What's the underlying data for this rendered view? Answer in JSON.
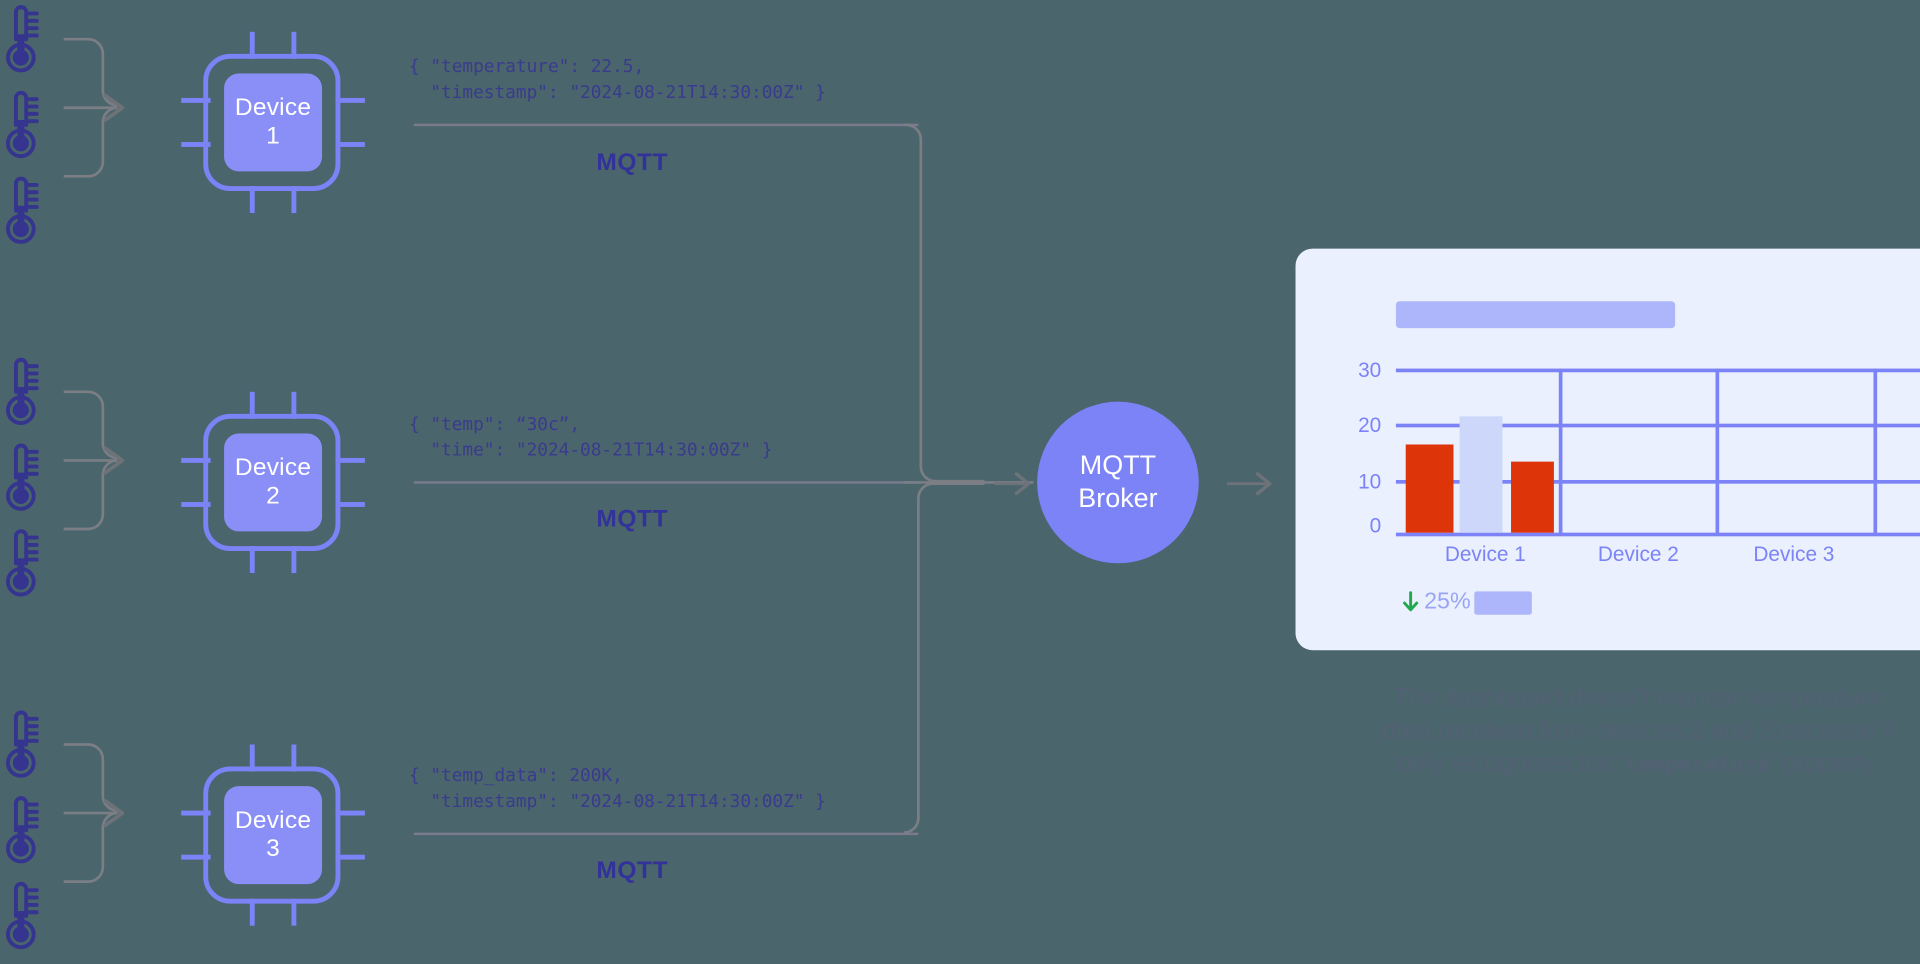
{
  "meta": {
    "background_color": "#4a656c",
    "accent_periwinkle": "#7b83f7",
    "accent_indigo": "#32329a",
    "card_background": "#eaf0fd",
    "bar_red": "#dd3409",
    "bar_pale": "#ccd7fa",
    "green": "#22a84f"
  },
  "devices": [
    {
      "id": "device-1",
      "label_line1": "Device",
      "label_line2": "1",
      "payload": "{ \"temperature\": 22.5,\n  \"timestamp\": \"2024-08-21T14:30:00Z\" }",
      "protocol_label": "MQTT"
    },
    {
      "id": "device-2",
      "label_line1": "Device",
      "label_line2": "2",
      "payload": "{ \"temp\": “30c”,\n  \"time\": \"2024-08-21T14:30:00Z\" }",
      "protocol_label": "MQTT"
    },
    {
      "id": "device-3",
      "label_line1": "Device",
      "label_line2": "3",
      "payload": "{ \"temp_data\": 200K,\n  \"timestamp\": \"2024-08-21T14:30:00Z\" }",
      "protocol_label": "MQTT"
    }
  ],
  "sensor_icon_name": "thermometer-icon",
  "sensor_count_per_device": 3,
  "broker": {
    "label_line1": "MQTT",
    "label_line2": "Broker"
  },
  "dashboard": {
    "delta": {
      "direction_icon": "arrow-down-icon",
      "value": "25%"
    }
  },
  "chart_data": {
    "type": "bar",
    "title": "",
    "xlabel": "",
    "ylabel": "",
    "categories": [
      "Device 1",
      "Device 2",
      "Device 3"
    ],
    "tick_labels": [
      "0",
      "10",
      "20",
      "30"
    ],
    "ylim": [
      0,
      35
    ],
    "grid": true,
    "legend": "none",
    "series": [
      {
        "name": "series-a",
        "color": "#dd3409",
        "values": [
          16,
          null,
          null
        ]
      },
      {
        "name": "series-b",
        "color": "#ccd7fa",
        "values": [
          21,
          null,
          null
        ]
      },
      {
        "name": "series-c",
        "color": "#dd3409",
        "values": [
          13,
          null,
          null
        ]
      }
    ],
    "note": "Only Device 1 has plotted bars; Device 2 and Device 3 columns are empty."
  },
  "caption": {
    "line1": "The dashboard doesn't monitor temperature",
    "line2": "data received from devices 2 and 3 because it",
    "line3_pre": "only recognizes the '",
    "line3_mono": "temperature",
    "line3_post": "' property."
  }
}
